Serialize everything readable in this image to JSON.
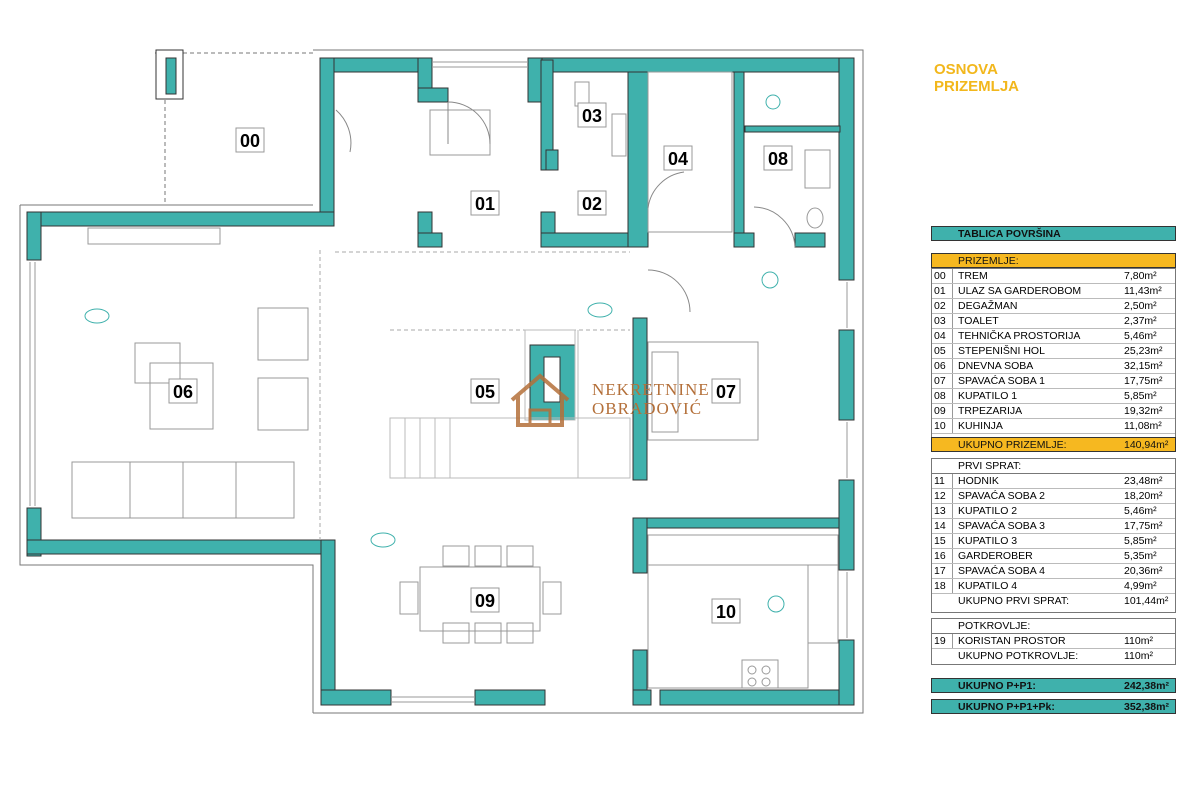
{
  "title": {
    "line1": "OSNOVA",
    "line2": "PRIZEMLJA"
  },
  "watermark": {
    "line1": "NEKRETNINE",
    "line2": "OBRADOVIĆ"
  },
  "rooms": [
    {
      "id": "00"
    },
    {
      "id": "01"
    },
    {
      "id": "02"
    },
    {
      "id": "03"
    },
    {
      "id": "04"
    },
    {
      "id": "05"
    },
    {
      "id": "06"
    },
    {
      "id": "07"
    },
    {
      "id": "08"
    },
    {
      "id": "09"
    },
    {
      "id": "10"
    }
  ],
  "table": {
    "header": "TABLICA POVRŠINA",
    "ground": {
      "title": "PRIZEMLJE:",
      "rows": [
        {
          "n": "00",
          "label": "TREM",
          "value": "7,80m²"
        },
        {
          "n": "01",
          "label": "ULAZ SA GARDEROBOM",
          "value": "11,43m²"
        },
        {
          "n": "02",
          "label": "DEGAŽMAN",
          "value": "2,50m²"
        },
        {
          "n": "03",
          "label": "TOALET",
          "value": "2,37m²"
        },
        {
          "n": "04",
          "label": "TEHNIČKA PROSTORIJA",
          "value": "5,46m²"
        },
        {
          "n": "05",
          "label": "STEPENIŠNI HOL",
          "value": "25,23m²"
        },
        {
          "n": "06",
          "label": "DNEVNA SOBA",
          "value": "32,15m²"
        },
        {
          "n": "07",
          "label": "SPAVAĆA SOBA 1",
          "value": "17,75m²"
        },
        {
          "n": "08",
          "label": "KUPATILO 1",
          "value": "5,85m²"
        },
        {
          "n": "09",
          "label": "TRPEZARIJA",
          "value": "19,32m²"
        },
        {
          "n": "10",
          "label": "KUHINJA",
          "value": "11,08m²"
        }
      ],
      "total_label": "UKUPNO PRIZEMLJE:",
      "total_value": "140,94m²"
    },
    "first": {
      "title": "PRVI SPRAT:",
      "rows": [
        {
          "n": "11",
          "label": "HODNIK",
          "value": "23,48m²"
        },
        {
          "n": "12",
          "label": "SPAVAĆA SOBA 2",
          "value": "18,20m²"
        },
        {
          "n": "13",
          "label": "KUPATILO 2",
          "value": "5,46m²"
        },
        {
          "n": "14",
          "label": "SPAVAĆA SOBA 3",
          "value": "17,75m²"
        },
        {
          "n": "15",
          "label": "KUPATILO 3",
          "value": "5,85m²"
        },
        {
          "n": "16",
          "label": "GARDEROBER",
          "value": "5,35m²"
        },
        {
          "n": "17",
          "label": "SPAVAĆA SOBA 4",
          "value": "20,36m²"
        },
        {
          "n": "18",
          "label": "KUPATILO 4",
          "value": "4,99m²"
        }
      ],
      "total_label": "UKUPNO PRVI SPRAT:",
      "total_value": "101,44m²"
    },
    "attic": {
      "title": "POTKROVLJE:",
      "rows": [
        {
          "n": "19",
          "label": "KORISTAN PROSTOR",
          "value": "110m²"
        }
      ],
      "total_label": "UKUPNO POTKROVLJE:",
      "total_value": "110m²"
    },
    "sum1": {
      "label": "UKUPNO P+P1:",
      "value": "242,38m²"
    },
    "sum2": {
      "label": "UKUPNO P+P1+Pk:",
      "value": "352,38m²"
    }
  },
  "colors": {
    "wall": "#3fb1ac",
    "wall_outline": "#444444",
    "accent": "#f6b820",
    "title": "#f2b71c"
  }
}
